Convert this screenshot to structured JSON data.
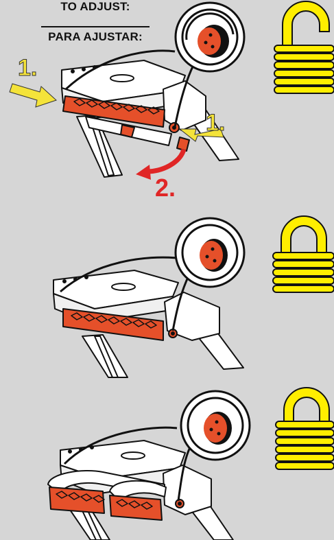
{
  "header": {
    "title_en": "TO ADJUST:",
    "title_es": "PARA AJUSTAR:"
  },
  "steps": {
    "step1_left": "1.",
    "step1_right": "1.",
    "step2": "2."
  },
  "panels": [
    {
      "lock_state": "unlocked",
      "lock_icon": "padlock-open-icon"
    },
    {
      "lock_state": "locked",
      "lock_icon": "padlock-closed-icon"
    },
    {
      "lock_state": "locked",
      "lock_icon": "padlock-closed-icon"
    }
  ],
  "colors": {
    "background": "#d6d6d6",
    "lock_yellow": "#ffee00",
    "outline": "#111111",
    "orange_part": "#e5502a",
    "arrow_yellow": "#f4e33a",
    "arrow_red": "#e02626"
  }
}
